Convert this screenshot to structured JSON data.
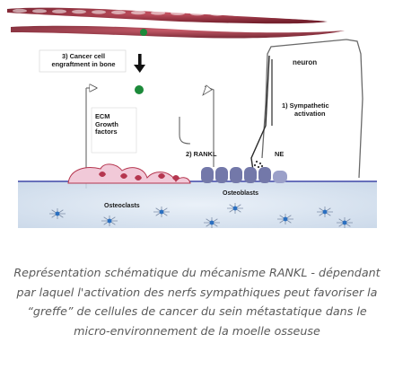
{
  "colors": {
    "cancer_cell": "#7c1a2a",
    "cancer_cell_highlight": "#b53a4a",
    "engrafting_cell": "#1c8a3a",
    "osteoclast_pink": "#f1c9d8",
    "osteoclast_border": "#b5364f",
    "osteoblast_purple": "#7378a9",
    "bone_blue": "#c8d6e8",
    "osteocyte": "#2a6fc0",
    "caption_text": "#5a5a5a"
  },
  "icons": {
    "down_arrow": "down-arrow-icon",
    "engrafting_cell": "green-cancer-cell-icon"
  },
  "figure": {
    "labels": {
      "cancer_engraftment": [
        "3) Cancer cell",
        "engraftment in bone"
      ],
      "neuron": "neuron",
      "sympathetic_activation": [
        "1) Sympathetic",
        "activation"
      ],
      "ecm_factors": [
        "ECM",
        "Growth",
        "factors"
      ],
      "rankl": "2) RANKL",
      "ne": "NE",
      "osteoclasts": "Osteoclasts",
      "osteoblasts": "Osteoblasts"
    }
  },
  "caption": "Représentation schématique du mécanisme RANKL - dépendant par laquel l'activation des nerfs sympathiques peut favoriser la “greffe” de cellules de cancer du sein métastatique dans le micro-environnement de la moelle osseuse"
}
